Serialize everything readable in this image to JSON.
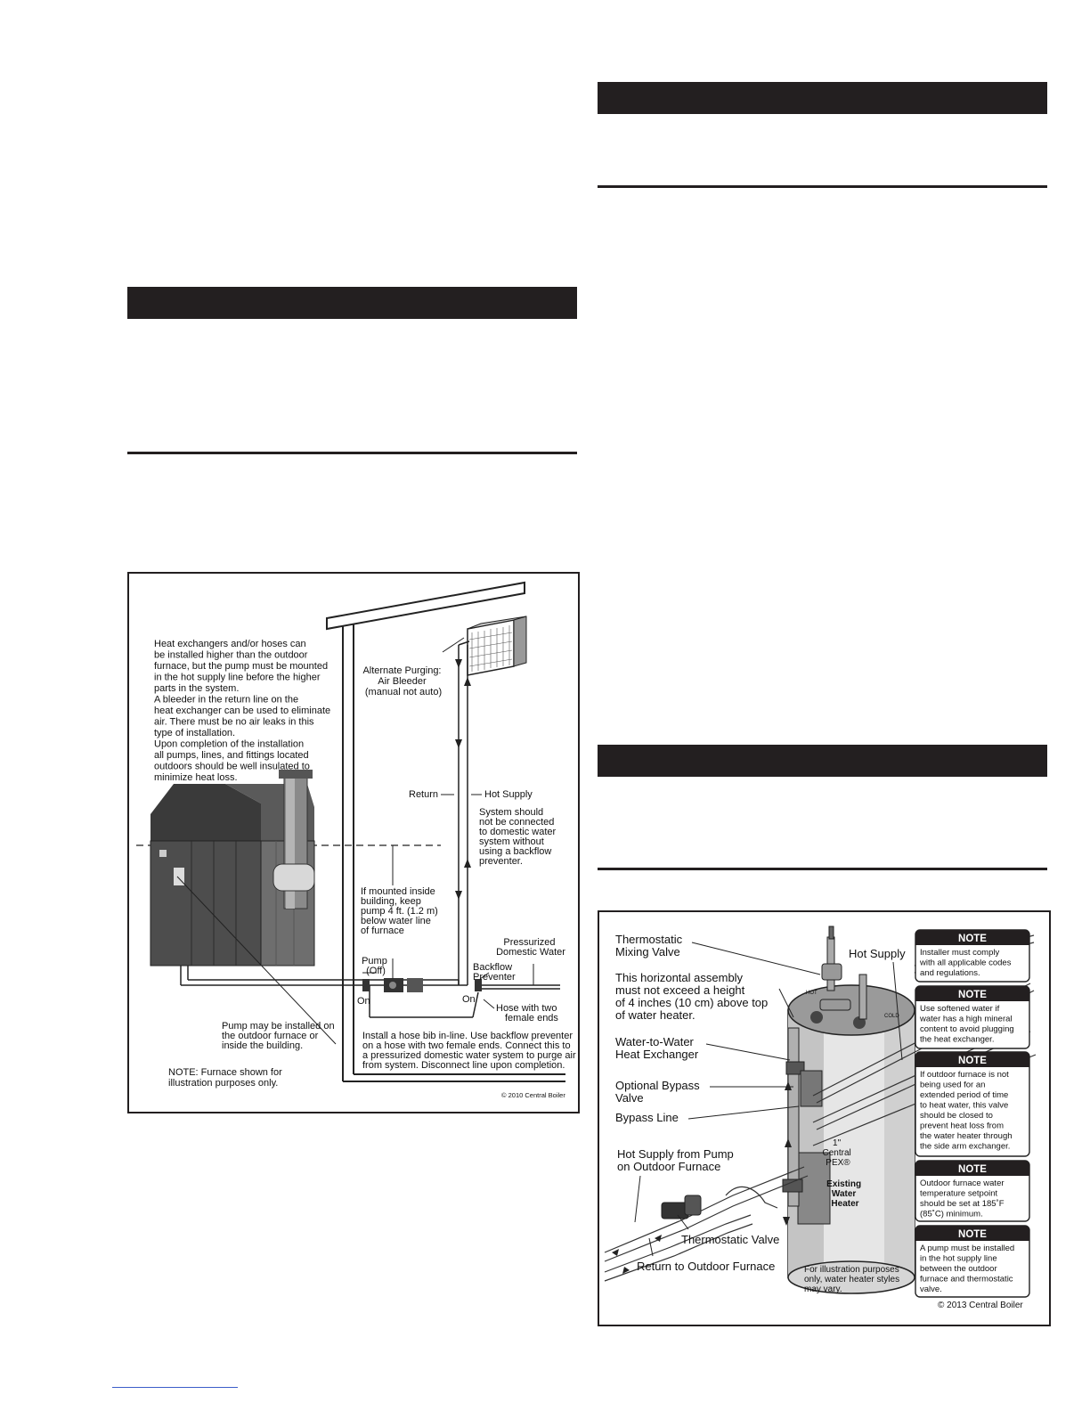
{
  "fig1": {
    "note_lines": [
      "     Heat exchangers and/or hoses can",
      "be installed higher than the outdoor",
      "furnace, but the pump must be mounted",
      "in the hot supply line before the higher",
      "parts in the system.",
      "     A  bleeder in the return line on the",
      "heat exchanger can be used to eliminate",
      "air. There must be no air leaks in this",
      "type of installation.",
      "     Upon completion of the installation",
      "all pumps, lines, and fittings located",
      "outdoors should be well insulated to",
      "minimize heat loss."
    ],
    "alt_purging": [
      "Alternate Purging:",
      "Air Bleeder",
      "(manual not auto)"
    ],
    "return_label": "Return",
    "hot_supply_label": "Hot Supply",
    "backflow_note": [
      "System should",
      "not be connected",
      "to domestic water",
      "system without",
      "using a backflow",
      "preventer."
    ],
    "mounted_inside": [
      "If mounted inside",
      "building, keep",
      "pump 4 ft. (1.2 m)",
      "below water line",
      "of furnace"
    ],
    "pressurized": [
      "Pressurized",
      "Domestic Water"
    ],
    "pump_off": [
      "Pump",
      "(Off)"
    ],
    "backflow_preventer": [
      "Backflow",
      "Preventer"
    ],
    "on_label": "On",
    "hose_two": [
      "Hose with two",
      "female ends"
    ],
    "pump_installed": [
      "Pump may be installed on",
      "the outdoor furnace or",
      "inside the building."
    ],
    "hose_bib": [
      "Install a hose bib in-line. Use backflow preventer",
      "on a hose with two female ends. Connect  this  to",
      "a pressurized domestic water system to purge air",
      "from system. Disconnect line upon completion."
    ],
    "furnace_note": [
      "NOTE: Furnace shown for",
      "illustration purposes only."
    ],
    "copyright": "© 2010 Central Boiler"
  },
  "fig2": {
    "thermo_mixing": [
      "Thermostatic",
      "Mixing Valve"
    ],
    "horizontal": [
      "This horizontal assembly",
      "must not exceed a height",
      "of 4 inches (10 cm) above top",
      "of water heater."
    ],
    "hot_supply": "Hot Supply",
    "wtw": [
      "Water-to-Water",
      "Heat Exchanger"
    ],
    "opt_bypass": [
      "Optional Bypass",
      "Valve"
    ],
    "bypass_line": "Bypass Line",
    "hot_from_pump": [
      "Hot Supply from Pump",
      "on Outdoor Furnace"
    ],
    "thermo_valve": "Thermostatic Valve",
    "return_outdoor": "Return to Outdoor Furnace",
    "pex": [
      "1\"",
      "Central",
      "PEX®"
    ],
    "existing": [
      "Existing",
      "Water",
      "Heater"
    ],
    "hot_tag": "HOT",
    "cold_tag": "COLD",
    "illus_note": [
      "For illustration purposes",
      "only, water heater styles",
      "may vary."
    ],
    "note_title": "NOTE",
    "notes": [
      [
        "Installer must comply",
        "with all applicable codes",
        "and regulations."
      ],
      [
        "Use softened water if",
        "water has a high mineral",
        "content to avoid plugging",
        "the heat exchanger."
      ],
      [
        "If outdoor furnace is not",
        "being used for an",
        "extended period of time",
        "to heat water, this valve",
        "should be closed to",
        "prevent heat loss from",
        "the water heater through",
        "the side arm exchanger."
      ],
      [
        "Outdoor furnace water",
        "temperature setpoint",
        "should be set at 185˚F",
        "(85˚C) minimum."
      ],
      [
        "A pump must be installed",
        "in the hot supply line",
        "between the outdoor",
        "furnace and thermostatic",
        "valve."
      ]
    ],
    "copyright": "© 2013 Central Boiler"
  }
}
